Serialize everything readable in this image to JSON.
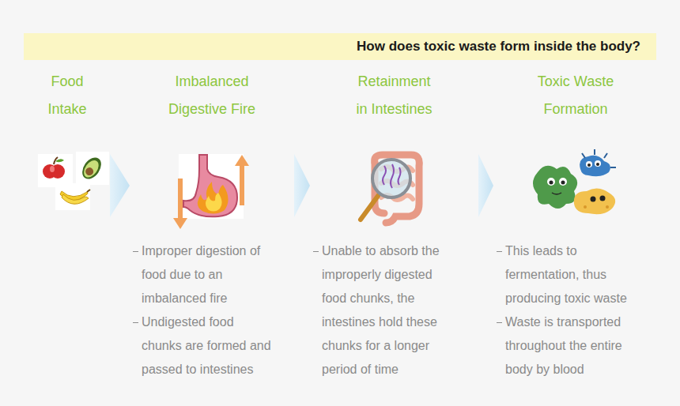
{
  "diagram": {
    "title": "How does toxic waste form inside the body?",
    "nodes": [
      {
        "text": [
          "Food Intake"
        ]
      },
      {
        "text": [
          "Imbalanced Digestive Fire",
          "Improper digestion of food due to an imbalanced fire",
          "Undigested food chunks are formed and passed to intestines"
        ]
      },
      {
        "text": [
          "Retainment in Intestines",
          "Unable to absorb the improperly digested food chunks, the intestines hold these chunks for a longer period of time"
        ]
      },
      {
        "text": [
          "Toxic Waste Formation",
          "This leads to fermentation, thus producing toxic waste",
          "Waste is transported throughout the entire body by blood"
        ]
      }
    ],
    "edges": [
      {
        "from": 0,
        "to": 1,
        "arrow": "to"
      },
      {
        "from": 1,
        "to": 2,
        "arrow": "to"
      },
      {
        "from": 2,
        "to": 3,
        "arrow": "to"
      }
    ]
  }
}
